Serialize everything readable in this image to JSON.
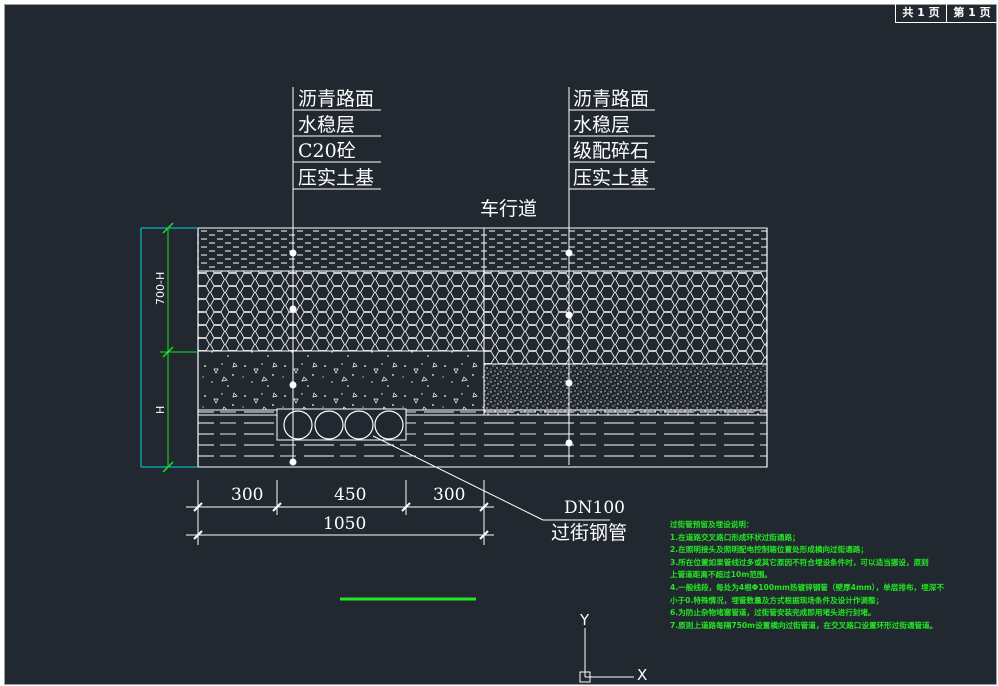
{
  "title_block": {
    "total_pages": "共 1 页",
    "page_no": "第 1 页"
  },
  "layers_left": [
    "沥青路面",
    "水稳层",
    "C20砼",
    "压实土基"
  ],
  "layers_right": [
    "沥青路面",
    "水稳层",
    "级配碎石",
    "压实土基"
  ],
  "road_label": "车行道",
  "dim_vertical": {
    "upper": "700-H",
    "lower": "H"
  },
  "dim_horizontal": {
    "left": "300",
    "mid": "450",
    "right": "300",
    "total": "1050"
  },
  "pipe": {
    "size": "DN100",
    "name": "过街钢管"
  },
  "notes": {
    "title": "过街管预留及埋设说明：",
    "items": [
      "1.在道路交叉路口形成环状过街通路；",
      "2.在照明接头及照明配电控制箱位置处形成横向过街通路；",
      "3.所在位置如果管线过多或其它原因不符合埋设条件时，可以适当挪设，原则",
      "上管道距离不超过10m范围。",
      "4.一般线段，每处为4根Φ100mm热镀锌钢管（壁厚4mm），单层排布，埋深不",
      "小于0.特殊情况，埋管数量及方式根据现场条件及设计作调整；",
      "6.为防止杂物堵塞管道，过街管安装完成即用堵头进行封堵。",
      "7.原则上道路每隔750m设置横向过街管道，在交叉路口设置环形过街通管道。"
    ]
  },
  "colors": {
    "background": "#212830",
    "lines": "#ffffff",
    "dimension_cyan": "#00d8e0",
    "dimension_green": "#1fe01f",
    "notes_green": "#22e622"
  },
  "axes": {
    "y": "Y",
    "x": "X"
  }
}
